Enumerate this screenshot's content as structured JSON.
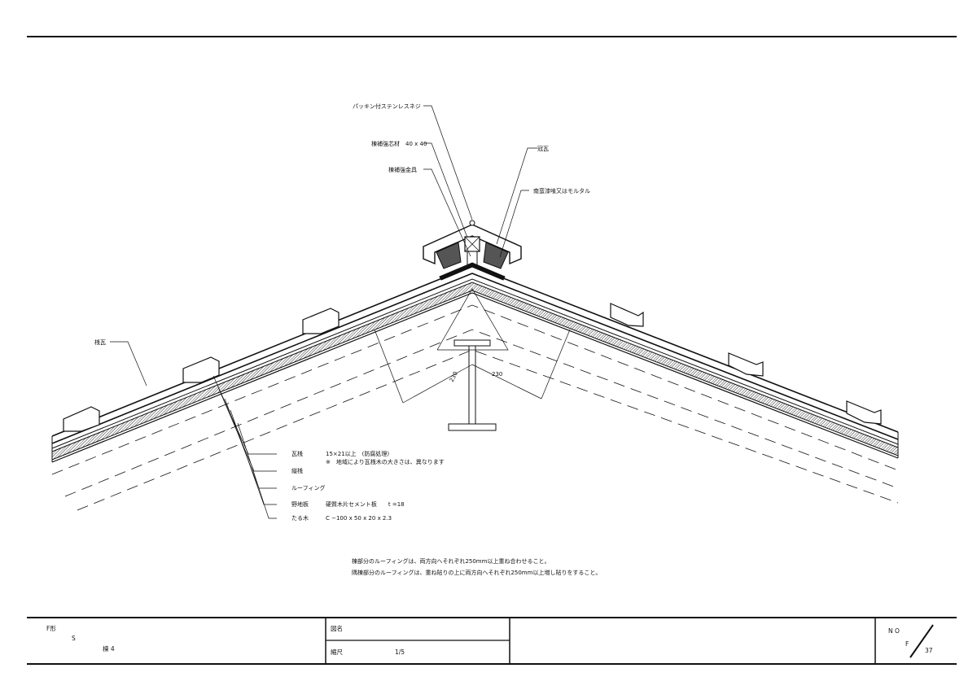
{
  "callouts": {
    "screw": "パッキン付ステンレスネジ",
    "reinforce_core": "棟補強芯材",
    "reinforce_core_size": "40 x 40",
    "reinforce_metal": "棟補強金具",
    "crown_tile": "冠瓦",
    "sealant": "南蛮漆喰又はモルタル",
    "ridge_tile": "桟瓦"
  },
  "dims": {
    "left": "230",
    "right": "230"
  },
  "legend": [
    {
      "name": "瓦桟",
      "spec": "15×21以上　(防腐処理)"
    },
    {
      "name": "縦桟",
      "spec": ""
    },
    {
      "name": "ルーフィング",
      "spec": ""
    },
    {
      "name": "野地板",
      "spec": "硬質木片セメント板　　t =18"
    },
    {
      "name": "たる木",
      "spec": "C −100 x 50 x 20 x 2.3"
    }
  ],
  "legend_note": "※　地域により瓦桟木の大きさは、異なります",
  "notes": [
    "棟部分のルーフィングは、両方向へそれぞれ250mm以上重ね合わせること。",
    "隅棟部分のルーフィングは、重ね貼りの上に両方向へそれぞれ250mm以上増し貼りをすること。"
  ],
  "title_block": {
    "product_1": "F形",
    "product_2": "S",
    "product_3": "棟 4",
    "drawing_name_label": "図名",
    "drawing_name": "",
    "scale_label": "縮尺",
    "scale": "1/5",
    "no_label": "N O",
    "series": "F",
    "number": "37"
  },
  "colors": {
    "line": "#111111",
    "fill_dark": "#444444",
    "paper": "#ffffff"
  }
}
